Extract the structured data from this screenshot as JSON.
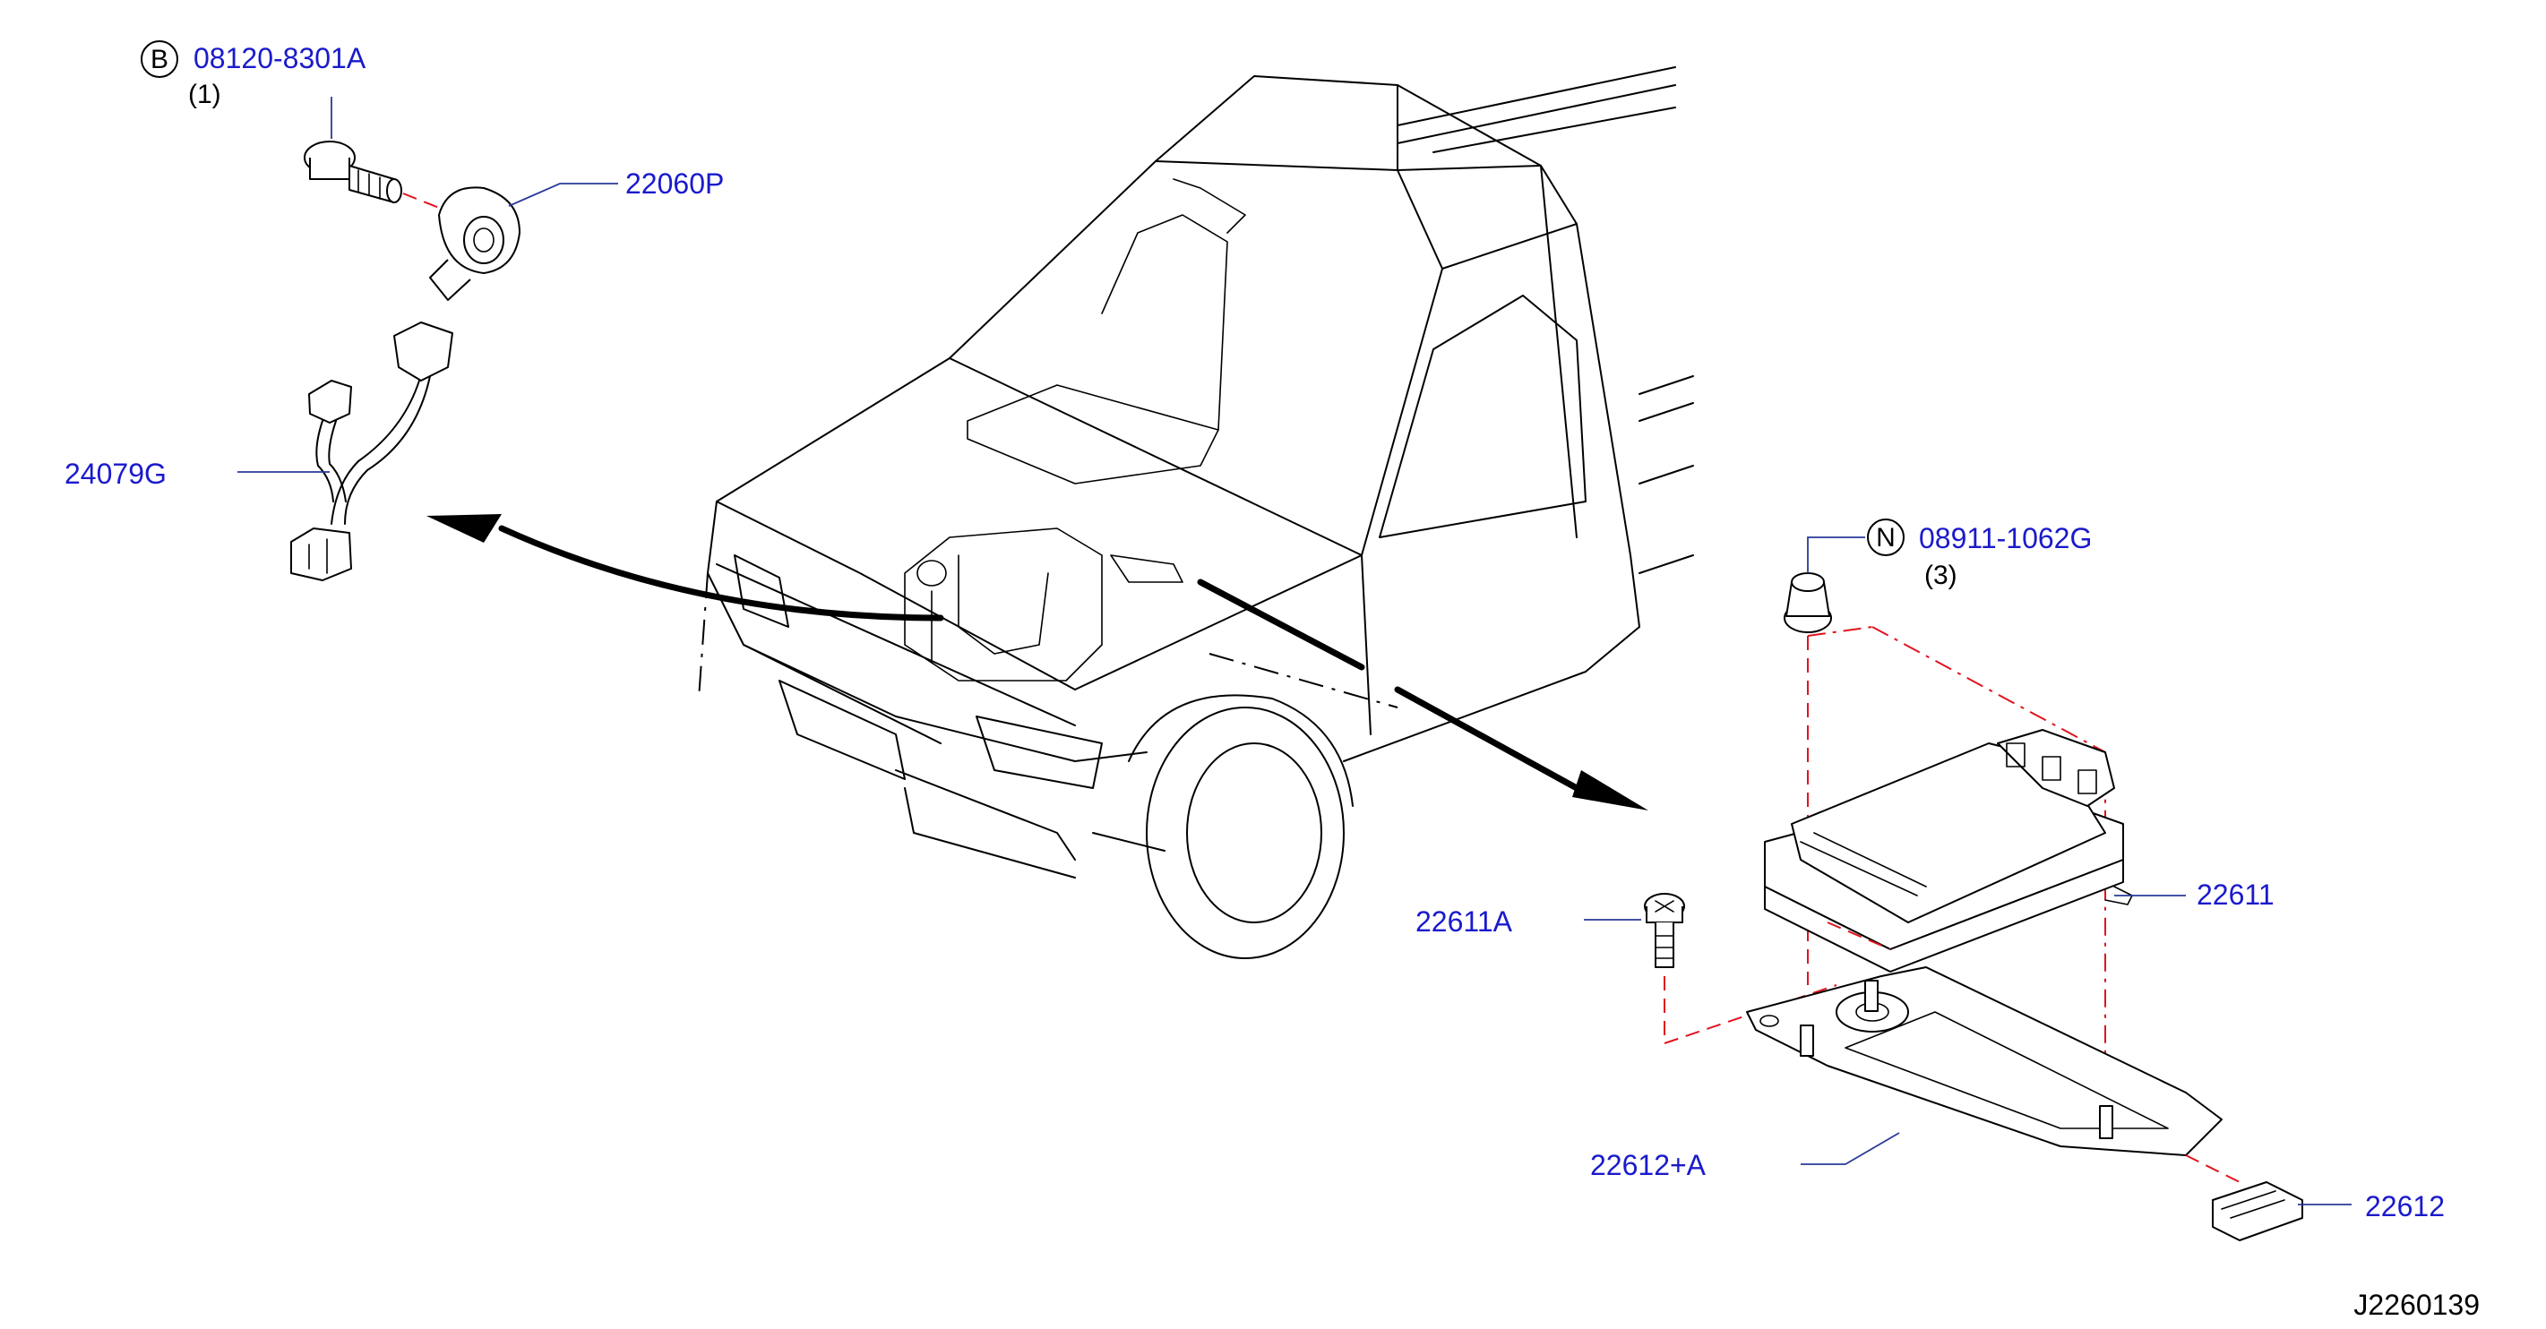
{
  "diagram": {
    "reference_code": "J2260139",
    "colors": {
      "part_number": "#1a1acc",
      "leader": "#2a3a9a",
      "assembly_line": "#e0141e",
      "ink": "#000000"
    },
    "callouts": [
      {
        "id": "bolt-b",
        "symbol": "B",
        "part_number": "08120-8301A",
        "quantity": "(1)"
      },
      {
        "id": "knock-sensor",
        "part_number": "22060P"
      },
      {
        "id": "harness",
        "part_number": "24079G"
      },
      {
        "id": "nut-n",
        "symbol": "N",
        "part_number": "08911-1062G",
        "quantity": "(3)"
      },
      {
        "id": "ecm",
        "part_number": "22611"
      },
      {
        "id": "ecm-bolt",
        "part_number": "22611A"
      },
      {
        "id": "bracket",
        "part_number": "22612+A"
      },
      {
        "id": "bracket-clip",
        "part_number": "22612"
      }
    ]
  }
}
